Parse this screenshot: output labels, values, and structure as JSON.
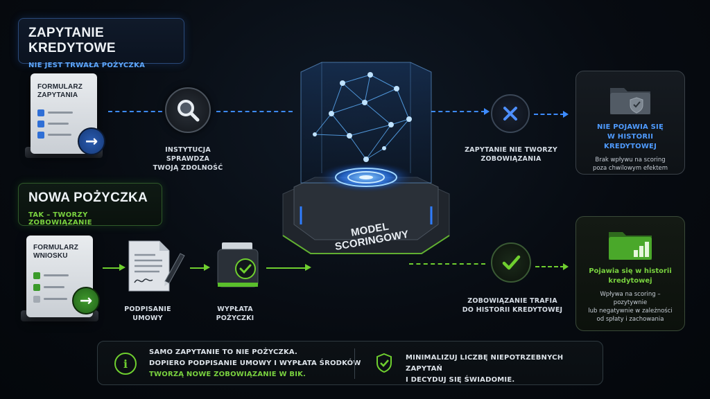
{
  "inquiry": {
    "title": "Zapytanie kredytowe",
    "subtitle": "Nie jest trwała pożyczka",
    "form_title_line1": "Formularz",
    "form_title_line2": "zapytania",
    "check_label": "Instytucja sprawdza\ntwoją zdolność",
    "outcome_label": "Zapytanie nie tworzy\nzobowiązania",
    "result_title": "Nie pojawia się\nw historii kredytowej",
    "result_desc": "Brak wpływu na scoring\npoza chwilowym efektem"
  },
  "loan": {
    "title": "Nowa pożyczka",
    "subtitle": "Tak – tworzy zobowiązanie",
    "form_title_line1": "Formularz",
    "form_title_line2": "wniosku",
    "sign_label": "Podpisanie\numowy",
    "payout_label": "Wypłata\npożyczki",
    "outcome_label": "Zobowiązanie trafia\ndo historii kredytowej",
    "result_title": "Pojawia się w historii\nkredytowej",
    "result_desc": "Wpływa na scoring – pozytywnie\nlub negatywnie w zależności\nod spłaty i zachowania"
  },
  "center": {
    "label_line1": "Model",
    "label_line2": "scoringowy"
  },
  "footer": {
    "info_line1": "Samo zapytanie to nie pożyczka.",
    "info_line2": "Dopiero podpisanie umowy i wypłata środków",
    "info_highlight": "tworzą nowe zobowiązanie w BIK.",
    "tip_line1": "Minimalizuj liczbę niepotrzebnych zapytań",
    "tip_line2": "i decyduj się świadomie."
  },
  "icons": {
    "magnifier": "magnifier-icon",
    "x": "x-icon",
    "check": "check-icon",
    "arrow": "arrow-right-icon",
    "folder_shield": "folder-shield-icon",
    "folder_chart": "folder-chart-icon",
    "info": "info-icon",
    "shield": "shield-check-icon"
  },
  "colors": {
    "blue": "#3d8bff",
    "green": "#6fcf2f",
    "background": "#06090e"
  }
}
